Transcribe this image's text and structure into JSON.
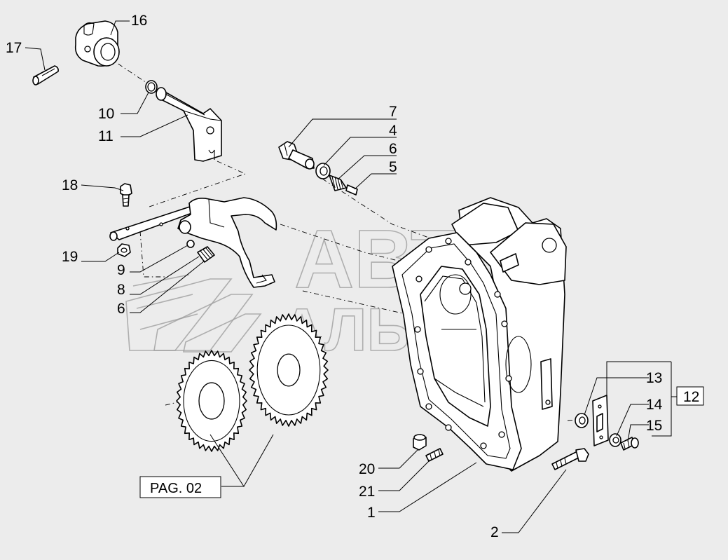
{
  "callouts": {
    "c1": "1",
    "c2": "2",
    "c4": "4",
    "c5": "5",
    "c6a": "6",
    "c6b": "6",
    "c7": "7",
    "c8": "8",
    "c9": "9",
    "c10": "10",
    "c11": "11",
    "c12": "12",
    "c13": "13",
    "c14": "14",
    "c15": "15",
    "c16": "16",
    "c17": "17",
    "c18": "18",
    "c19": "19",
    "c20": "20",
    "c21": "21"
  },
  "page_reference": "PAG. 02",
  "watermark": {
    "line1": "АВТО",
    "line2": "АЛЬЯНС"
  }
}
